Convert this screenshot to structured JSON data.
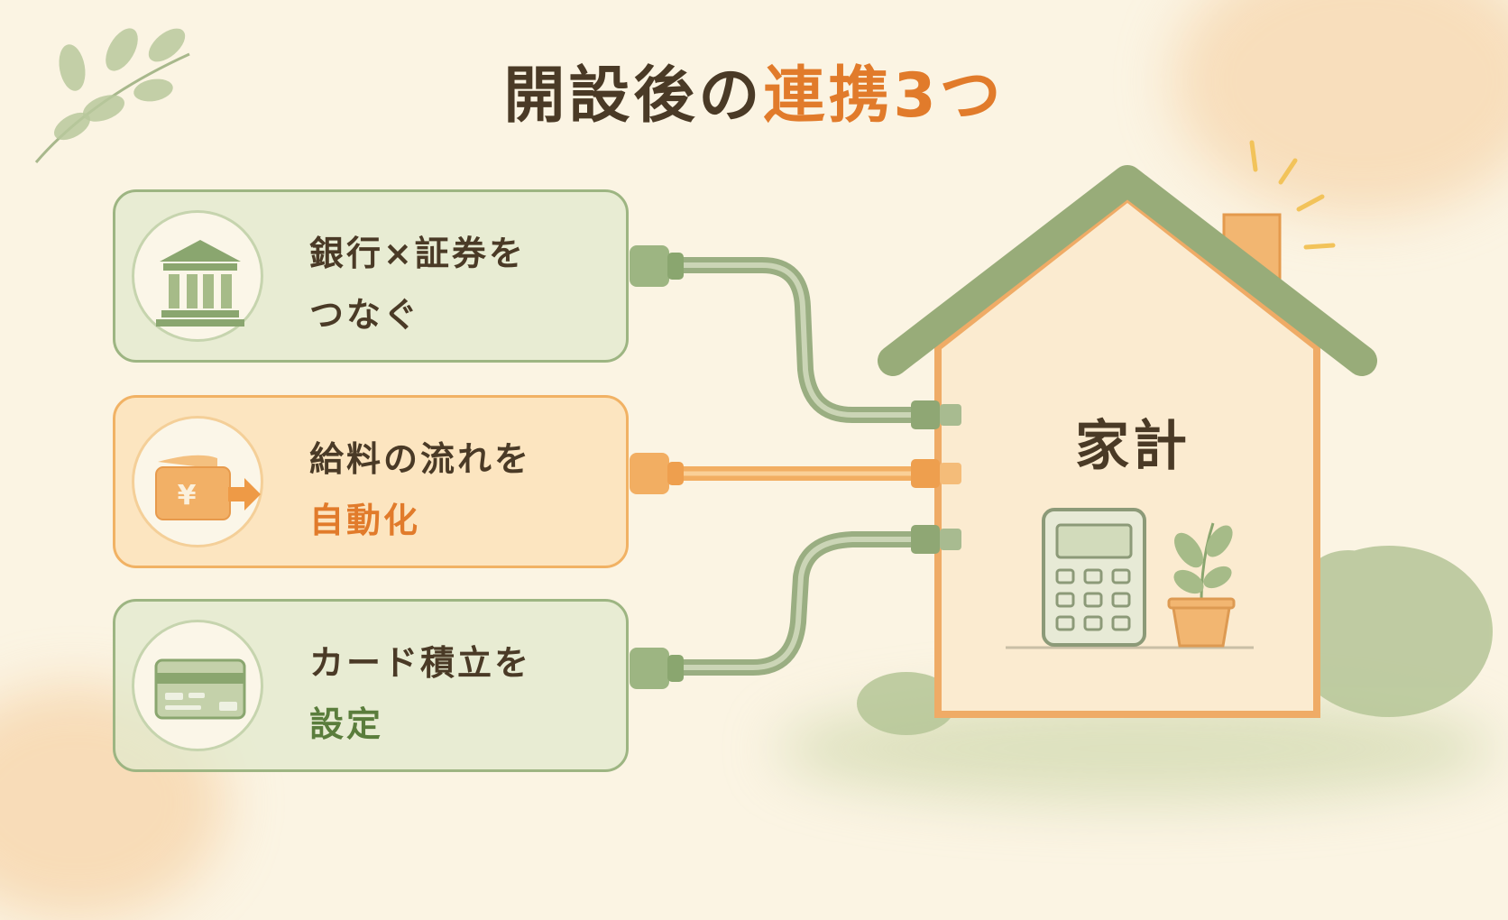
{
  "title": {
    "main": "開設後の",
    "highlight": "連携3つ"
  },
  "cards": [
    {
      "line1": "銀行×証券を",
      "line2": "つなぐ",
      "icon": "bank-icon",
      "theme": "green"
    },
    {
      "line1": "給料の流れを",
      "line2": "自動化",
      "icon": "wallet-yen-icon",
      "theme": "orange"
    },
    {
      "line1": "カード積立を",
      "line2": "設定",
      "icon": "credit-card-icon",
      "theme": "green"
    }
  ],
  "house": {
    "label": "家計"
  },
  "icons": {
    "bank": "bank-icon",
    "wallet": "wallet-yen-icon",
    "card": "credit-card-icon",
    "calculator": "calculator-icon",
    "plant": "potted-plant-icon",
    "leaf": "leaf-branch-icon"
  },
  "wallet_symbol": "¥",
  "colors": {
    "green": "#8aa66f",
    "orange": "#e17b2b",
    "text": "#4a3a26",
    "background": "#fbf4e3"
  }
}
